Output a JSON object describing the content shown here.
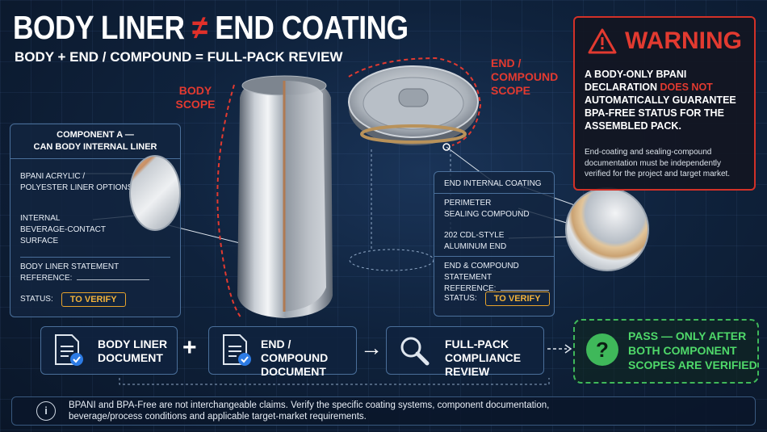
{
  "title": {
    "left": "BODY LINER",
    "symbol": "≠",
    "right": "END COATING"
  },
  "subtitle": "BODY + END / COMPOUND = FULL-PACK REVIEW",
  "body_scope_label": [
    "BODY",
    "SCOPE"
  ],
  "end_scope_label": [
    "END /",
    "COMPOUND",
    "SCOPE"
  ],
  "component_a": {
    "title": [
      "COMPONENT A —",
      "CAN BODY INTERNAL LINER"
    ],
    "option1": [
      "BPANI ACRYLIC /",
      "POLYESTER LINER OPTIONS"
    ],
    "option2": [
      "INTERNAL",
      "BEVERAGE-CONTACT",
      "SURFACE"
    ],
    "statement": [
      "BODY LINER STATEMENT",
      "REFERENCE:"
    ],
    "status_label": "STATUS:",
    "status_value": "TO VERIFY"
  },
  "component_b": {
    "item1": "END INTERNAL COATING",
    "item2": [
      "PERIMETER",
      "SEALING COMPOUND"
    ],
    "item3": [
      "202 CDL-STYLE",
      "ALUMINUM END"
    ],
    "statement": [
      "END & COMPOUND STATEMENT",
      "REFERENCE:"
    ],
    "status_label": "STATUS:",
    "status_value": "TO VERIFY"
  },
  "warning": {
    "heading": "WARNING",
    "line1": "A BODY-ONLY BPANI",
    "line2_pre": "DECLARATION ",
    "line2_red": "DOES NOT",
    "line3": "AUTOMATICALLY GUARANTEE",
    "line4": "BPA-FREE STATUS FOR THE",
    "line5": "ASSEMBLED PACK.",
    "note": [
      "End-coating and sealing-compound",
      "documentation must be independently",
      "verified for the project and target market."
    ]
  },
  "flow": {
    "body_doc": [
      "BODY LINER",
      "DOCUMENT"
    ],
    "plus": "+",
    "end_doc": [
      "END / COMPOUND",
      "DOCUMENT"
    ],
    "arrow": "→",
    "review": [
      "FULL-PACK",
      "COMPLIANCE REVIEW"
    ],
    "pass": [
      "PASS — ONLY AFTER",
      "BOTH COMPONENT",
      "SCOPES ARE VERIFIED"
    ]
  },
  "footer": {
    "line1": "BPANI and BPA-Free are not interchangeable claims. Verify the specific coating systems, component documentation,",
    "line2": "beverage/process conditions and applicable target-market requirements."
  },
  "colors": {
    "accent_red": "#e23a30",
    "verify_orange": "#f1b23b",
    "pass_green": "#4fd96a",
    "panel_border": "#4a6f9a"
  },
  "icons": [
    "warning-triangle-icon",
    "document-check-icon",
    "magnifier-icon",
    "question-icon",
    "info-icon"
  ]
}
